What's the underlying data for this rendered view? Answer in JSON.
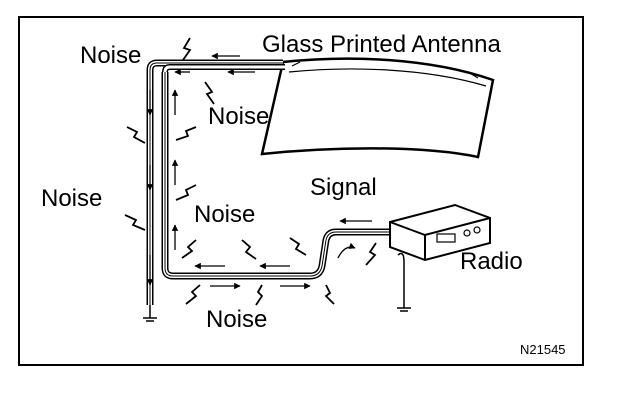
{
  "diagram": {
    "title": "Glass Printed Antenna",
    "noise_labels": [
      "Noise",
      "Noise",
      "Noise",
      "Noise",
      "Noise"
    ],
    "signal_label": "Signal",
    "radio_label": "Radio",
    "figure_code": "N21545"
  }
}
